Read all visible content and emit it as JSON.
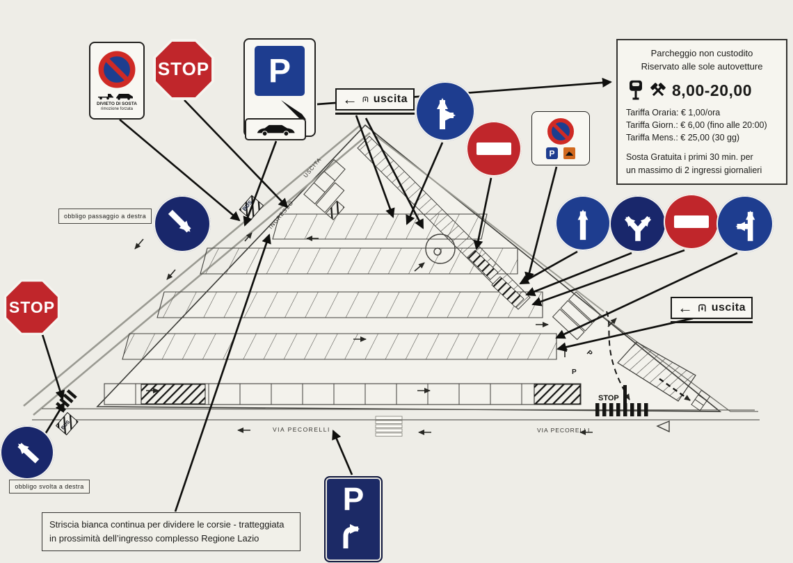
{
  "colors": {
    "paper": "#eeede7",
    "sign_blue": "#1e3d8f",
    "sign_navy": "#19276b",
    "sign_red": "#c0262b",
    "ink": "#1a1a18"
  },
  "signs": {
    "stop": "STOP",
    "parking_letter": "P",
    "uscita": "uscita",
    "exit_arrow": "←",
    "no_stopping_line1": "DIVIETO DI SOSTA",
    "no_stopping_line2": "rimozione forzata"
  },
  "info_box": {
    "title_line1": "Parcheggio non custodito",
    "title_line2": "Riservato alle sole autovetture",
    "hours": "8,00-20,00",
    "rows": [
      "Tariffa Oraria:  €   1,00/ora",
      "Tariffa Giorn.:  €   6,00 (fino alle 20:00)",
      "Tariffa Mens.:  € 25,00 (30 gg)"
    ],
    "note_line1": "Sosta Gratuita i primi 30 min. per",
    "note_line2": "un massimo di 2 ingressi giornalieri"
  },
  "annotations": {
    "obbligo_passaggio": "obbligo passaggio a destra",
    "obbligo_svolta": "obbligo svolta a destra",
    "striscia_line1": "Striscia bianca continua per dividere le corsie - tratteggiata",
    "striscia_line2": "in prossimità dell’ingresso complesso Regione Lazio"
  },
  "road_labels": {
    "via_pecorelli": "VIA PECORELLI",
    "uscita_road": "USCITA",
    "ingresso_road": "INGRESSO",
    "bus": "BUS",
    "stop_marking": "STOP",
    "p_stall": "P"
  }
}
